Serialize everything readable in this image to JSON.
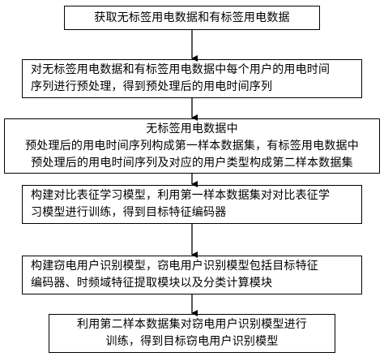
{
  "steps": [
    {
      "lines": [
        "获取无标签用电数据和有标签用电数据"
      ]
    },
    {
      "lines": [
        "对无标签用电数据和有标签用电数据中每个用户的用电时间",
        "序列进行预处理，得到预处理后的用电时间序列"
      ]
    },
    {
      "lines": [
        "无标签用电数据中",
        "预处理后的用电时间序列构成第一样本数据集，有标签用电数据中",
        "预处理后的用电时间序列及对应的用户类型构成第二样本数据集"
      ]
    },
    {
      "lines": [
        "构建对比表征学习模型，利用第一样本数据集对对比表征学",
        "习模型进行训练，得到目标特征编码器"
      ]
    },
    {
      "lines": [
        "构建窃电用户识别模型，窃电用户识别模型包括目标特征",
        "编码器、时频域特征提取模块以及分类计算模块"
      ]
    },
    {
      "lines": [
        "利用第二样本数据集对窃电用户识别模型进行",
        "训练，得到目标窃电用户识别模型"
      ]
    }
  ]
}
